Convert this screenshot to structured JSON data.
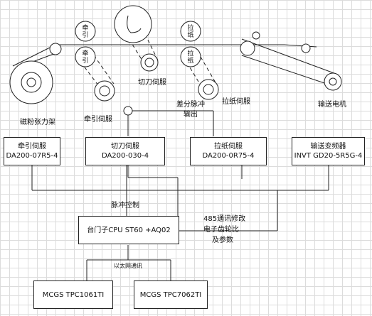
{
  "rollers": {
    "traction_upper": "牵引",
    "traction_lower": "牵引",
    "pull_upper": "拉纸",
    "pull_lower": "拉纸"
  },
  "labels": {
    "magnetic_tension": "磁粉张力架",
    "traction_servo": "牵引伺服",
    "cutter_servo": "切刀伺服",
    "pull_servo": "拉纸伺服",
    "conveyor_motor": "输送电机",
    "diff_pulse_1": "差分脉冲",
    "diff_pulse_2": "输出",
    "pulse_control": "脉冲控制",
    "ethernet": "以太网通讯",
    "rs485_1": "485通讯修改",
    "rs485_2": "电子齿轮比",
    "rs485_3": "及参数"
  },
  "boxes": {
    "traction": {
      "title": "牵引伺服",
      "model": "DA200-07R5-4"
    },
    "cutter": {
      "title": "切刀伺服",
      "model": "DA200-030-4"
    },
    "pull": {
      "title": "拉纸伺服",
      "model": "DA200-0R75-4"
    },
    "vfd": {
      "title": "输送变频器",
      "model": "INVT GD20-5R5G-4"
    },
    "plc": {
      "title": "台门子CPU ST60 +AQ02"
    },
    "hmi1": {
      "title": "MCGS TPC1061TI"
    },
    "hmi2": {
      "title": "MCGS TPC7062TI"
    }
  }
}
